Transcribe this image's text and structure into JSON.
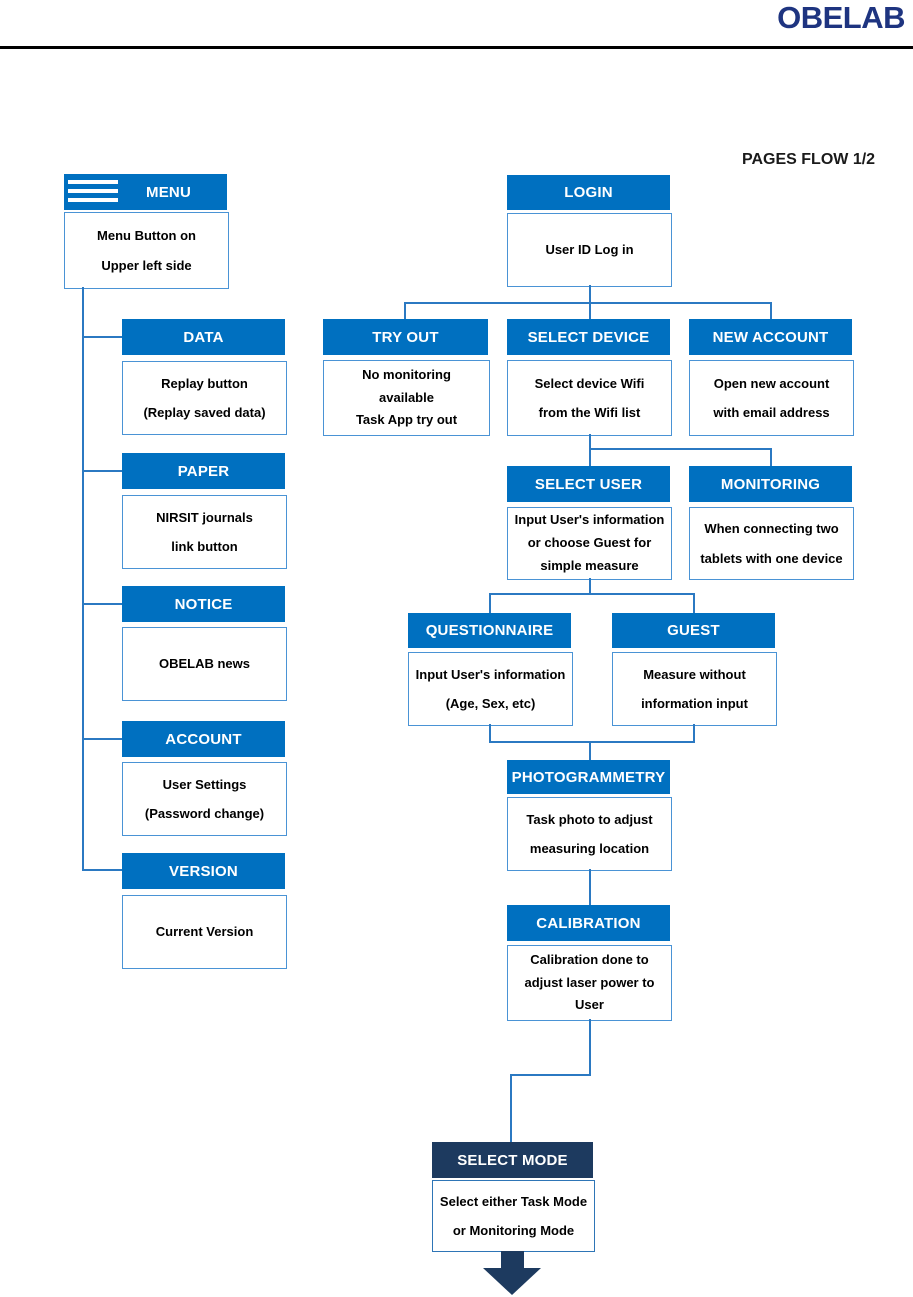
{
  "page": {
    "logo": "OBELAB",
    "flow_label": "PAGES FLOW 1/2"
  },
  "colors": {
    "header_blue": "#0070c0",
    "navy": "#1d3a5f",
    "line_blue": "#2b79c2",
    "box_border": "#4a93d5",
    "logo_navy": "#1e3480"
  },
  "icons": {
    "hamburger": "hamburger-menu-icon",
    "down_arrow": "down-arrow-icon"
  },
  "nodes": {
    "menu": {
      "title": "MENU",
      "desc": [
        "Menu Button on",
        "Upper left side"
      ]
    },
    "data": {
      "title": "DATA",
      "desc": [
        "Replay button",
        "(Replay saved data)"
      ]
    },
    "paper": {
      "title": "PAPER",
      "desc": [
        "NIRSIT journals",
        "link button"
      ]
    },
    "notice": {
      "title": "NOTICE",
      "desc": [
        "OBELAB news"
      ]
    },
    "account": {
      "title": "ACCOUNT",
      "desc": [
        "User Settings",
        "(Password change)"
      ]
    },
    "version": {
      "title": "VERSION",
      "desc": [
        "Current Version"
      ]
    },
    "login": {
      "title": "LOGIN",
      "desc": [
        "User ID Log in"
      ]
    },
    "tryout": {
      "title": "TRY OUT",
      "desc": [
        "No monitoring",
        "available",
        "Task App try out"
      ]
    },
    "select_device": {
      "title": "SELECT DEVICE",
      "desc": [
        "Select device Wifi",
        "from the Wifi list"
      ]
    },
    "new_account": {
      "title": "NEW ACCOUNT",
      "desc": [
        "Open new account",
        "with email address"
      ]
    },
    "select_user": {
      "title": "SELECT USER",
      "desc": [
        "Input User's information",
        "or choose Guest for",
        "simple measure"
      ]
    },
    "monitoring": {
      "title": "MONITORING",
      "desc": [
        "When connecting two",
        "tablets with one device"
      ]
    },
    "questionnaire": {
      "title": "QUESTIONNAIRE",
      "desc": [
        "Input User's information",
        "(Age, Sex, etc)"
      ]
    },
    "guest": {
      "title": "GUEST",
      "desc": [
        "Measure without",
        "information input"
      ]
    },
    "photogrammetry": {
      "title": "PHOTOGRAMMETRY",
      "desc": [
        "Task photo to adjust",
        "measuring location"
      ]
    },
    "calibration": {
      "title": "CALIBRATION",
      "desc": [
        "Calibration done to",
        "adjust laser power to",
        "User"
      ]
    },
    "select_mode": {
      "title": "SELECT MODE",
      "desc": [
        "Select either Task Mode",
        "or Monitoring Mode"
      ]
    }
  }
}
